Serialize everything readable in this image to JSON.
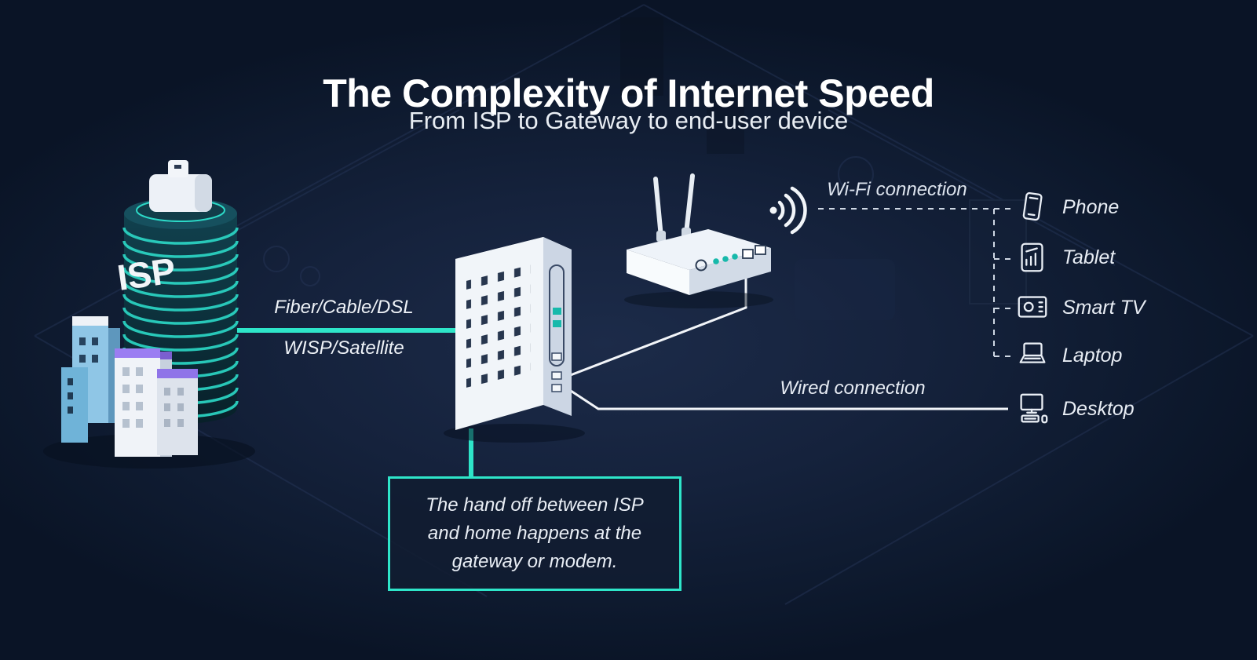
{
  "title": "The Complexity of Internet Speed",
  "subtitle": "From ISP to Gateway to end-user device",
  "isp_label": "ISP",
  "link": {
    "line1": "Fiber/Cable/DSL",
    "line2": "WISP/Satellite"
  },
  "wifi_label": "Wi-Fi connection",
  "wired_label": "Wired connection",
  "devices": [
    {
      "label": "Phone"
    },
    {
      "label": "Tablet"
    },
    {
      "label": "Smart TV"
    },
    {
      "label": "Laptop"
    },
    {
      "label": "Desktop"
    }
  ],
  "callout_text": "The hand off between ISP and home happens at the gateway or modem.",
  "colors": {
    "background": "#101b30",
    "accent": "#2ee5c9",
    "text": "#ffffff"
  }
}
